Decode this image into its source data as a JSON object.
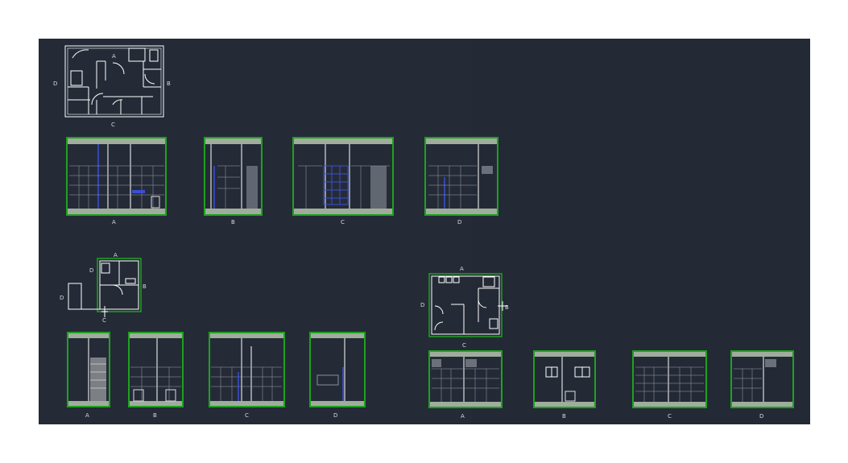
{
  "colors": {
    "background": "#232a36",
    "wall": "#ffffff",
    "frame": "#1fa11f",
    "gravel": "#c9d9c0",
    "tile_line": "#9aa0aa",
    "tile_blue": "#3a4fd6",
    "fixture": "#dcdcdc"
  },
  "plan1": {
    "label_a": "A",
    "label_b": "B",
    "label_c": "C",
    "label_d": "D"
  },
  "plan2": {
    "label_a": "A",
    "label_b": "B",
    "label_c": "C",
    "label_d": "D"
  },
  "plan3": {
    "label_a": "A",
    "label_b": "B",
    "label_c": "C",
    "label_d": "D"
  },
  "elev_row1": [
    {
      "label": "A"
    },
    {
      "label": "B"
    },
    {
      "label": "C"
    },
    {
      "label": "D"
    }
  ],
  "elev_row2": [
    {
      "label": "A"
    },
    {
      "label": "B"
    },
    {
      "label": "C"
    },
    {
      "label": "D"
    }
  ],
  "elev_row3": [
    {
      "label": "A"
    },
    {
      "label": "B"
    },
    {
      "label": "C"
    },
    {
      "label": "D"
    }
  ]
}
